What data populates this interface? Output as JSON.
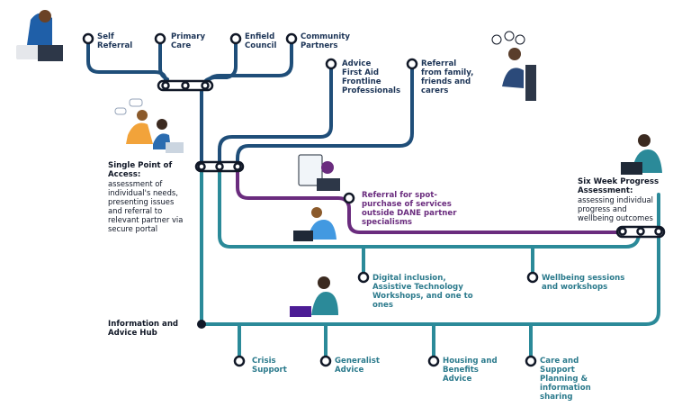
{
  "colors": {
    "navy": "#1f4e79",
    "teal": "#2b8a99",
    "purple": "#6a2c7e",
    "dark": "#111827"
  },
  "entry_points": {
    "self_referral": "Self\nReferral",
    "primary_care": "Primary\nCare",
    "enfield_council": "Enfield\nCouncil",
    "community_partners": "Community\nPartners",
    "advice_first_aid": "Advice\nFirst Aid\nFrontline\nProfessionals",
    "referral_family": "Referral\nfrom family,\nfriends and\ncarers"
  },
  "single_point": {
    "title": "Single Point of\nAccess:",
    "description": "assessment of\nindividual's needs,\npresenting issues\nand referral to\nrelevant partner via\nsecure portal"
  },
  "spot_purchase": "Referral for spot-\npurchase of services\noutside DANE partner\nspecialisms",
  "six_week": {
    "title": "Six Week Progress\nAssessment:",
    "description": "assessing individual\nprogress and\nwellbeing outcomes"
  },
  "digital_inclusion": "Digital inclusion,\nAssistive Technology\nWorkshops, and one to\nones",
  "wellbeing_sessions": "Wellbeing sessions\nand workshops",
  "info_hub": "Information and\nAdvice Hub",
  "hub_services": {
    "crisis_support": "Crisis\nSupport",
    "generalist_advice": "Generalist\nAdvice",
    "housing_benefits": "Housing and\nBenefits\nAdvice",
    "care_support": "Care and\nSupport\nPlanning &\ninformation\nsharing"
  }
}
